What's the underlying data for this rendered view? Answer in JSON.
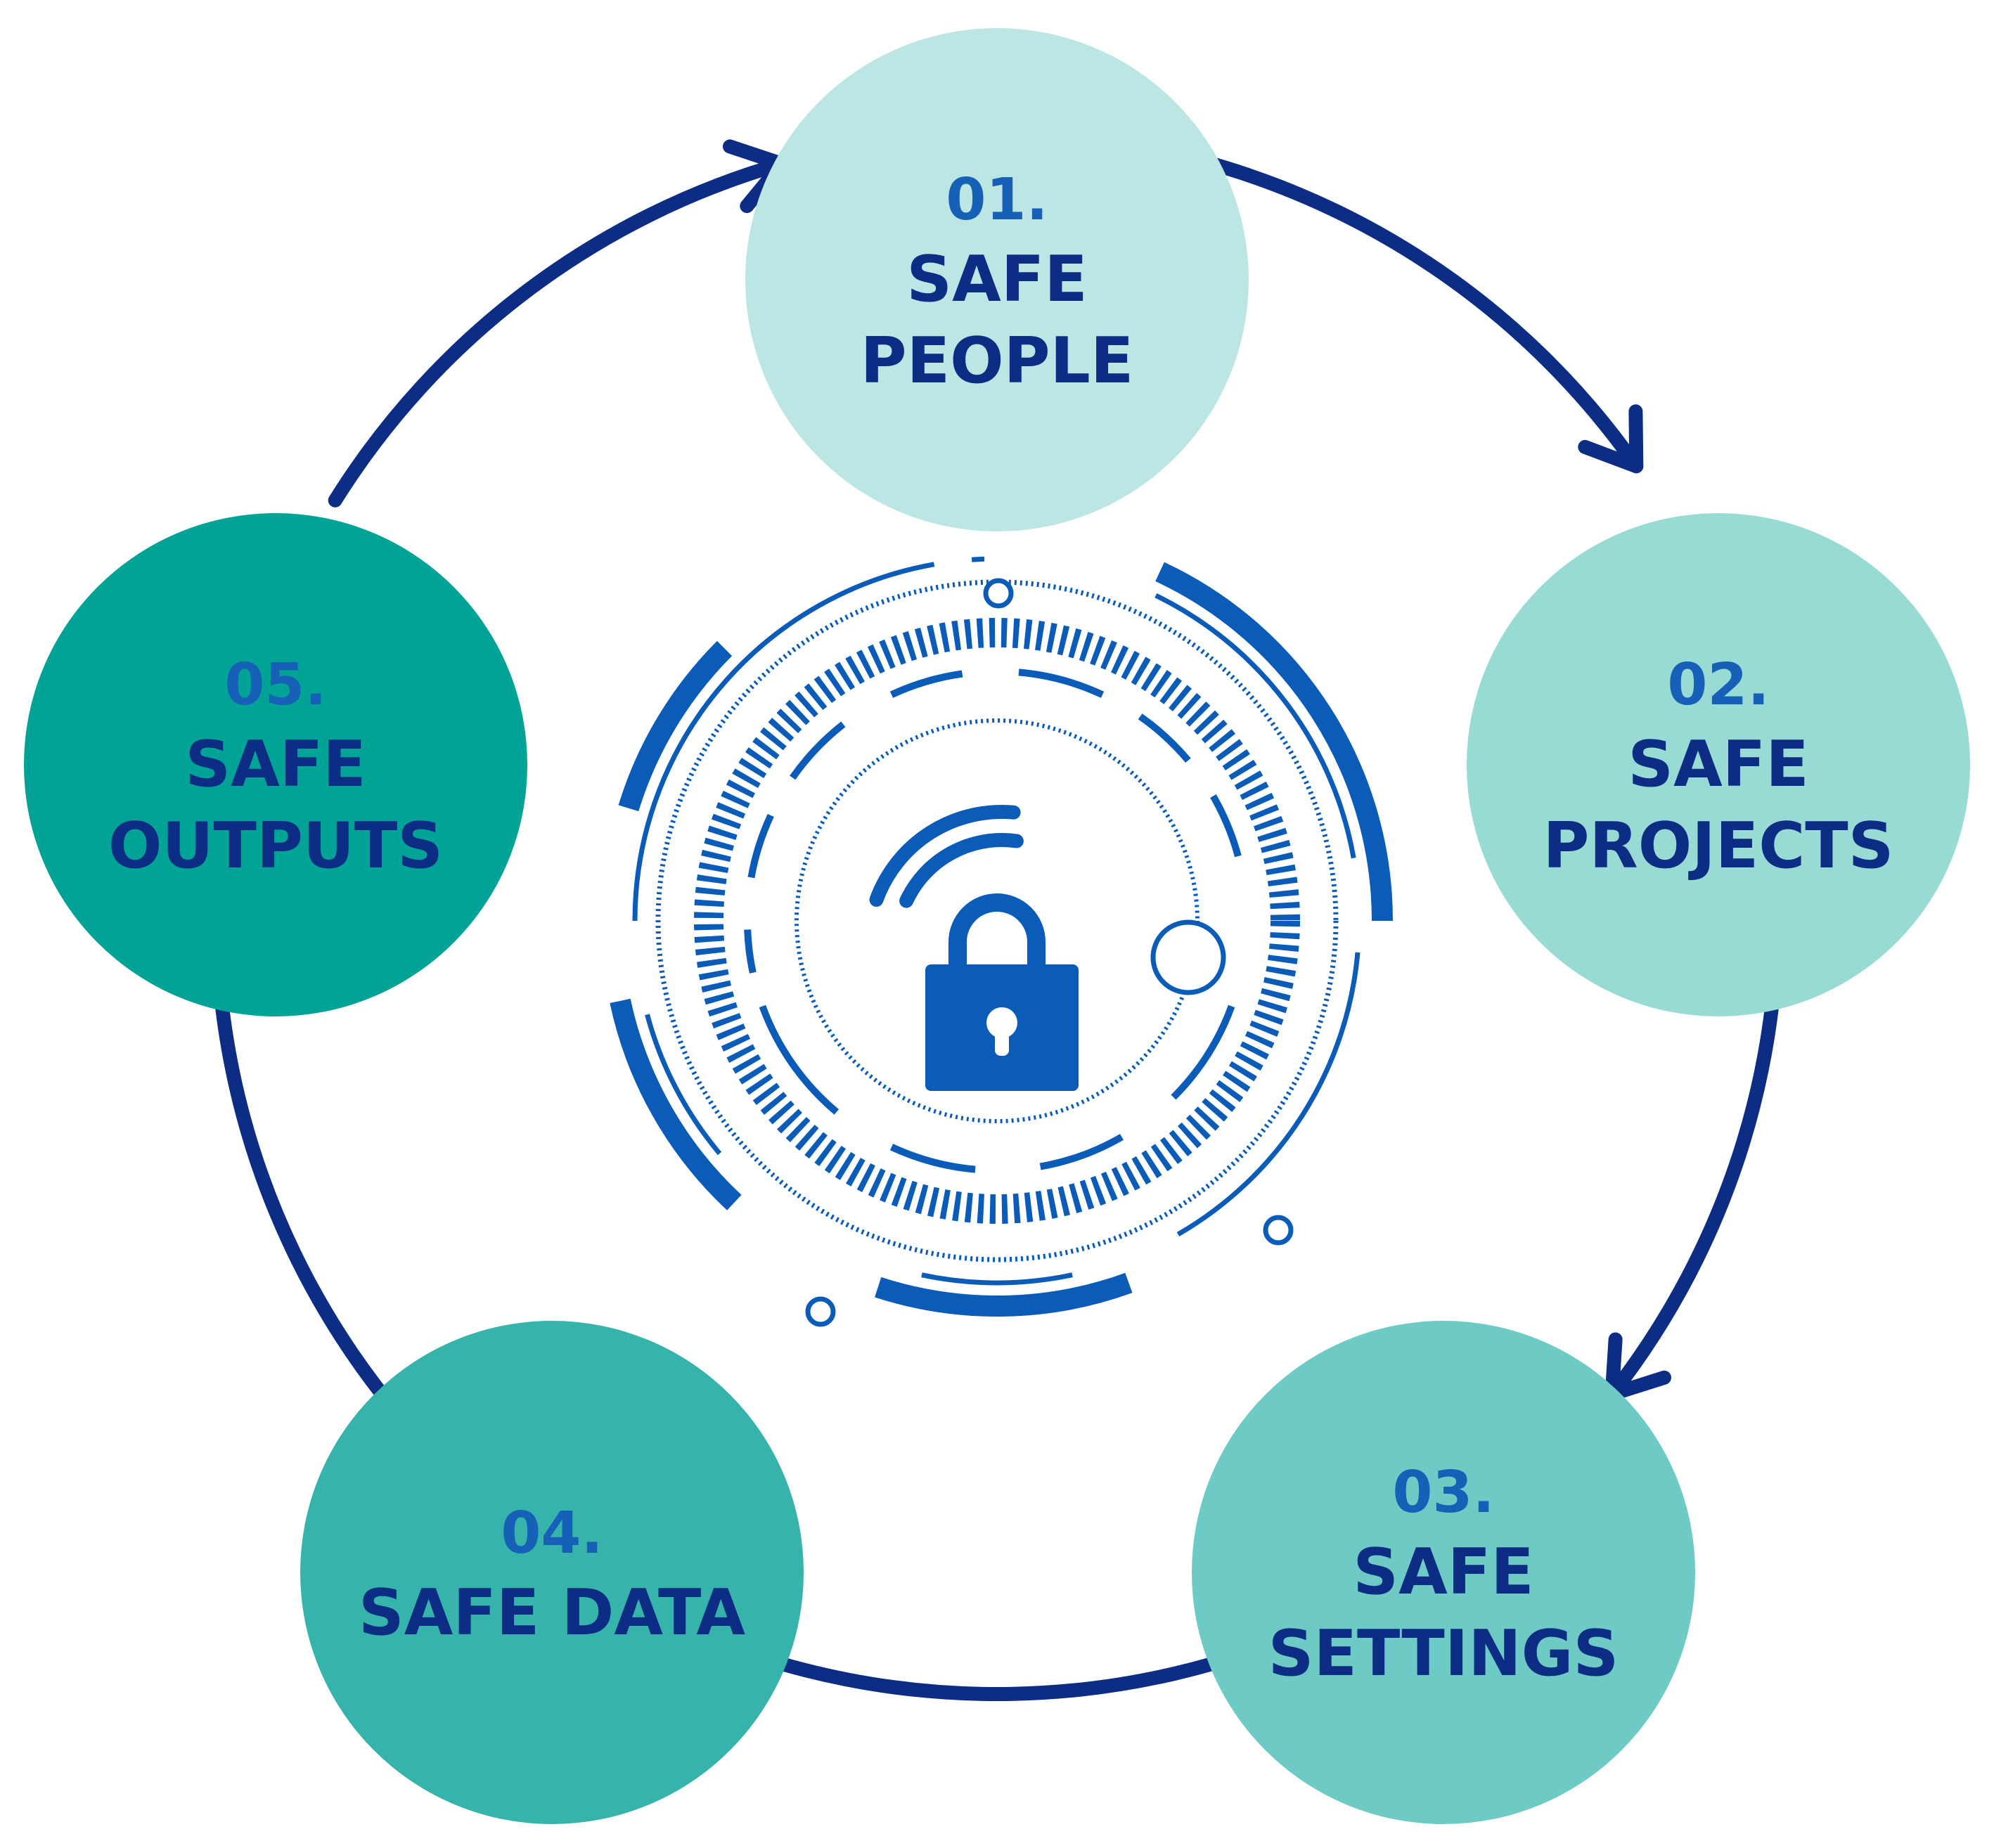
{
  "palette": {
    "navy": "#0c2d83",
    "blue": "#0a5cb8",
    "number": "#1660b8",
    "lock": "#0a5cb8"
  },
  "center_icon": "padlock-icon",
  "steps": [
    {
      "number": "01.",
      "title_lines": [
        "SAFE",
        "PEOPLE"
      ],
      "color": "#bce6e3"
    },
    {
      "number": "02.",
      "title_lines": [
        "SAFE",
        "PROJECTS"
      ],
      "color": "#98dbd4"
    },
    {
      "number": "03.",
      "title_lines": [
        "SAFE",
        "SETTINGS"
      ],
      "color": "#6ecac4"
    },
    {
      "number": "04.",
      "title_lines": [
        "SAFE DATA"
      ],
      "color": "#36b4ac"
    },
    {
      "number": "05.",
      "title_lines": [
        "SAFE",
        "OUTPUTS"
      ],
      "color": "#00a396"
    }
  ],
  "flow": [
    {
      "from": "01.",
      "to": "02."
    },
    {
      "from": "02.",
      "to": "03."
    },
    {
      "from": "03.",
      "to": "04."
    },
    {
      "from": "04.",
      "to": "05."
    },
    {
      "from": "05.",
      "to": "01."
    }
  ]
}
